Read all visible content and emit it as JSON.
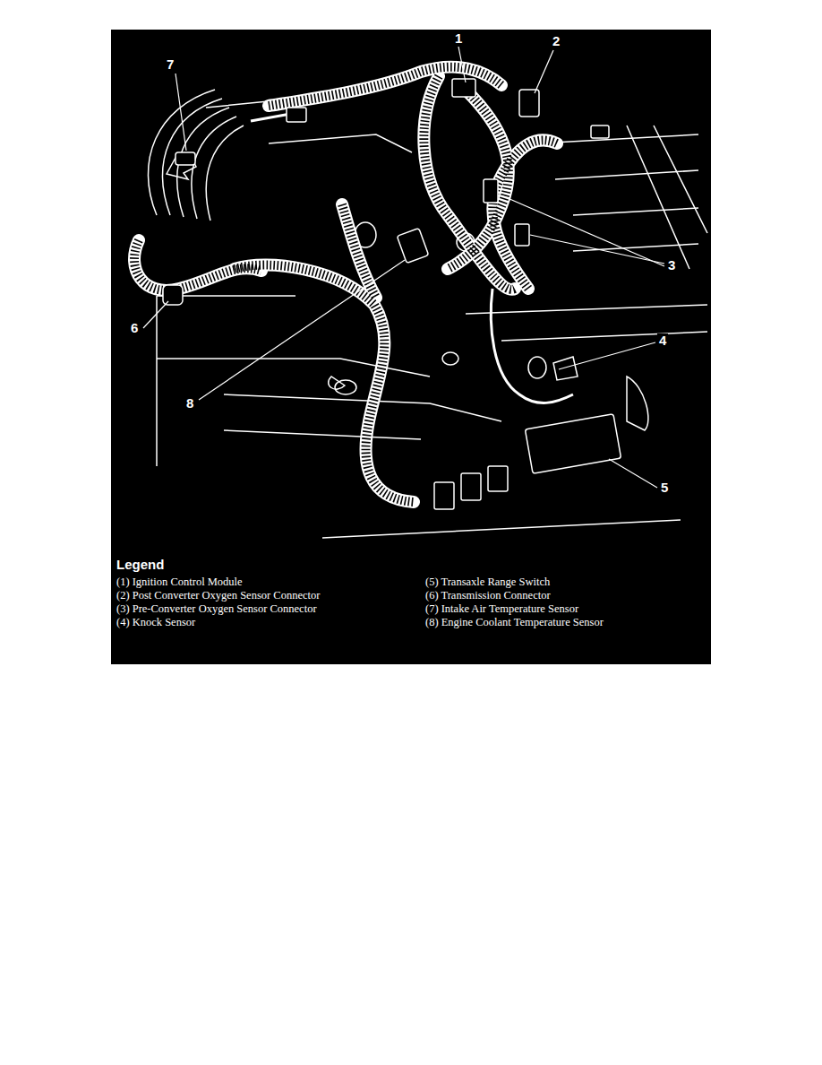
{
  "diagram": {
    "labels": [
      "1",
      "2",
      "7",
      "3",
      "6",
      "4",
      "8",
      "5",
      "Legend"
    ],
    "legend": [
      {
        "text": "(1) Ignition Control Module"
      },
      {
        "text": "(2) Post Converter Oxygen Sensor Connector"
      },
      {
        "text": "(3) Pre-Converter Oxygen Sensor Connector"
      },
      {
        "text": "(4) Knock Sensor"
      },
      {
        "text": "(5) Transaxle Range Switch"
      },
      {
        "text": "(6) Transmission Connector"
      },
      {
        "text": "(7) Intake Air Temperature Sensor"
      },
      {
        "text": "(8) Engine Coolant Temperature Sensor"
      }
    ]
  }
}
